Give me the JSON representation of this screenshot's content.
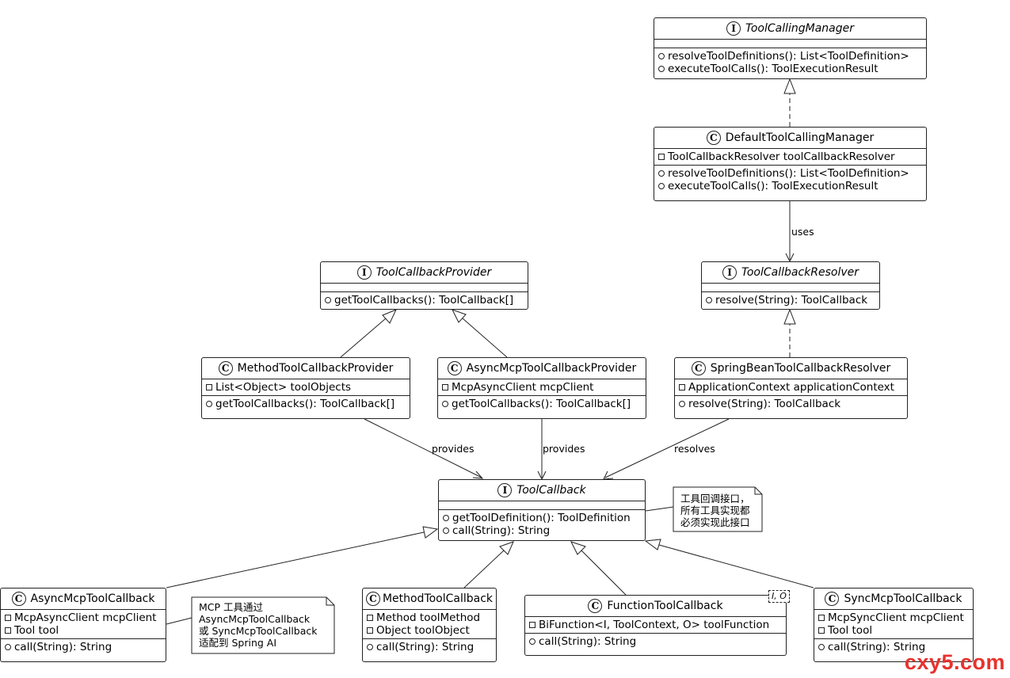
{
  "classes": {
    "tcm": {
      "stereotype": "I",
      "name": "ToolCallingManager",
      "methods": [
        "resolveToolDefinitions(): List<ToolDefinition>",
        "executeToolCalls(): ToolExecutionResult"
      ]
    },
    "dtcm": {
      "stereotype": "C",
      "name": "DefaultToolCallingManager",
      "fields": [
        "ToolCallbackResolver toolCallbackResolver"
      ],
      "methods": [
        "resolveToolDefinitions(): List<ToolDefinition>",
        "executeToolCalls(): ToolExecutionResult"
      ]
    },
    "tcp": {
      "stereotype": "I",
      "name": "ToolCallbackProvider",
      "methods": [
        "getToolCallbacks(): ToolCallback[]"
      ]
    },
    "tcr": {
      "stereotype": "I",
      "name": "ToolCallbackResolver",
      "methods": [
        "resolve(String): ToolCallback"
      ]
    },
    "mtcp": {
      "stereotype": "C",
      "name": "MethodToolCallbackProvider",
      "fields": [
        "List<Object> toolObjects"
      ],
      "methods": [
        "getToolCallbacks(): ToolCallback[]"
      ]
    },
    "amtcp": {
      "stereotype": "C",
      "name": "AsyncMcpToolCallbackProvider",
      "fields": [
        "McpAsyncClient mcpClient"
      ],
      "methods": [
        "getToolCallbacks(): ToolCallback[]"
      ]
    },
    "sbtcr": {
      "stereotype": "C",
      "name": "SpringBeanToolCallbackResolver",
      "fields": [
        "ApplicationContext applicationContext"
      ],
      "methods": [
        "resolve(String): ToolCallback"
      ]
    },
    "tc": {
      "stereotype": "I",
      "name": "ToolCallback",
      "methods": [
        "getToolDefinition(): ToolDefinition",
        "call(String): String"
      ]
    },
    "amtc": {
      "stereotype": "C",
      "name": "AsyncMcpToolCallback",
      "fields": [
        "McpAsyncClient mcpClient",
        "Tool tool"
      ],
      "methods": [
        "call(String): String"
      ]
    },
    "mtc": {
      "stereotype": "C",
      "name": "MethodToolCallback",
      "fields": [
        "Method toolMethod",
        "Object toolObject"
      ],
      "methods": [
        "call(String): String"
      ]
    },
    "ftc": {
      "stereotype": "C",
      "name": "FunctionToolCallback",
      "generic": "I, O",
      "fields": [
        "BiFunction<I, ToolContext, O> toolFunction"
      ],
      "methods": [
        "call(String): String"
      ]
    },
    "smtc": {
      "stereotype": "C",
      "name": "SyncMcpToolCallback",
      "fields": [
        "McpSyncClient mcpClient",
        "Tool tool"
      ],
      "methods": [
        "call(String): String"
      ]
    }
  },
  "edge_labels": {
    "uses": "uses",
    "provides1": "provides",
    "provides2": "provides",
    "resolves": "resolves"
  },
  "notes": {
    "tc_note": [
      "工具回调接口，",
      "所有工具实现都",
      "必须实现此接口"
    ],
    "mcp_note": [
      "MCP 工具通过",
      "AsyncMcpToolCallback",
      "或 SyncMcpToolCallback",
      "适配到 Spring AI"
    ]
  },
  "watermark": "cxy5.com"
}
